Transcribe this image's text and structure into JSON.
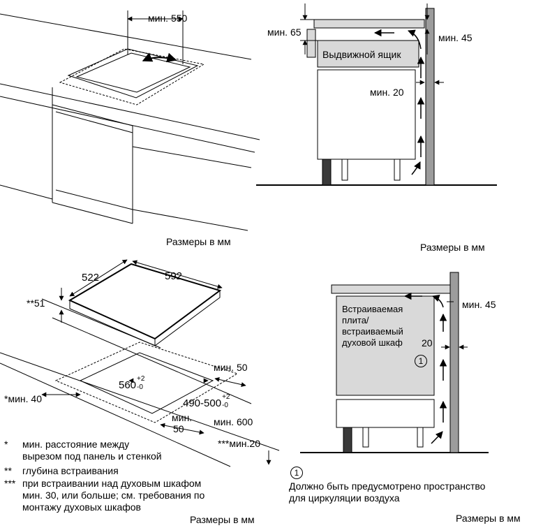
{
  "colors": {
    "grey_fill": "#d9d9d9",
    "wall": "#9c9c9c",
    "dark": "#3a3a3a"
  },
  "p1": {
    "dim_min550": "мин. 550",
    "units": "Размеры в мм"
  },
  "p2": {
    "dim_min65": "мин. 65",
    "dim_min45": "мин. 45",
    "dim_min20": "мин. 20",
    "drawer": "Выдвижной ящик",
    "units": "Размеры в мм"
  },
  "p3": {
    "d522": "522",
    "d592": "592",
    "d51": "**51",
    "d560": "560",
    "tol560": "+2",
    "tol560b": "-0",
    "d490": "490-500",
    "tol490": "+2",
    "tol490b": "-0",
    "min50a": "мин. 50",
    "min40": "*мин. 40",
    "min_word": "мин.",
    "d50": "50",
    "min600": "мин. 600",
    "min20": "***мин.20",
    "units": "Размеры в мм"
  },
  "notes": [
    {
      "mark": "*",
      "lines": [
        "мин. расстояние между",
        "вырезом под панель и стенкой"
      ]
    },
    {
      "mark": "**",
      "lines": [
        "глубина встраивания"
      ]
    },
    {
      "mark": "***",
      "lines": [
        "при встраивании над духовым шкафом",
        "мин. 30, или больше; см. требования по",
        "монтажу духовых шкафов"
      ]
    }
  ],
  "p4": {
    "dim_min45": "мин. 45",
    "dim_20": "20",
    "oven": [
      "Встраиваемая",
      "плита/",
      "встраиваемый",
      "духовой шкаф"
    ],
    "circle": "1",
    "legend_num": "1",
    "legend": [
      "Должно быть предусмотрено пространство",
      "для циркуляции воздуха"
    ],
    "units": "Размеры в мм"
  }
}
